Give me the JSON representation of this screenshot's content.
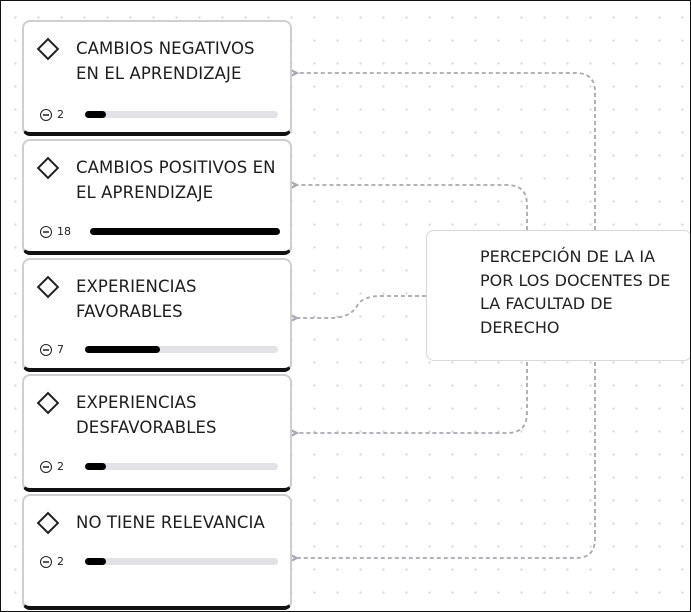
{
  "center_node": {
    "label": "PERCEPCIÓN DE LA IA POR LOS DOCENTES DE LA FACULTAD DE DERECHO"
  },
  "max_count": 18,
  "categories": [
    {
      "title": "CAMBIOS NEGATIVOS EN EL APRENDIZAJE",
      "count": "2",
      "fill_fraction": 0.11
    },
    {
      "title": "CAMBIOS POSITIVOS EN EL APRENDIZAJE",
      "count": "18",
      "fill_fraction": 1.0
    },
    {
      "title": "EXPERIENCIAS FAVORABLES",
      "count": "7",
      "fill_fraction": 0.39
    },
    {
      "title": "EXPERIENCIAS DESFAVORABLES",
      "count": "2",
      "fill_fraction": 0.11
    },
    {
      "title": "NO TIENE RELEVANCIA",
      "count": "2",
      "fill_fraction": 0.11
    }
  ],
  "colors": {
    "connector": "#a8a8b2",
    "bar_fill": "#000000",
    "bar_track": "#e2e2e6",
    "card_border": "#cfcfd3"
  }
}
